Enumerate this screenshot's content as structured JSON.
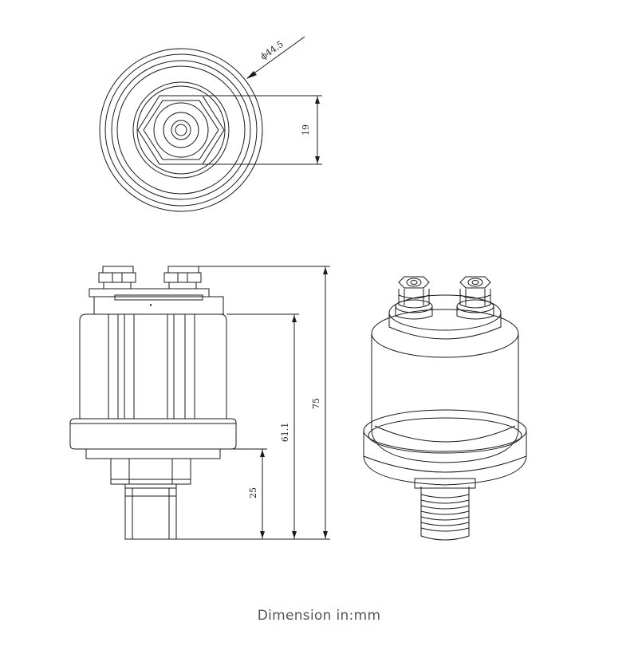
{
  "dimensions": {
    "outer_diameter": "ϕ44.5",
    "hex_across_flats": "19",
    "total_height": "75",
    "body_height": "61.1",
    "thread_length": "25"
  },
  "caption": "Dimension in:mm"
}
